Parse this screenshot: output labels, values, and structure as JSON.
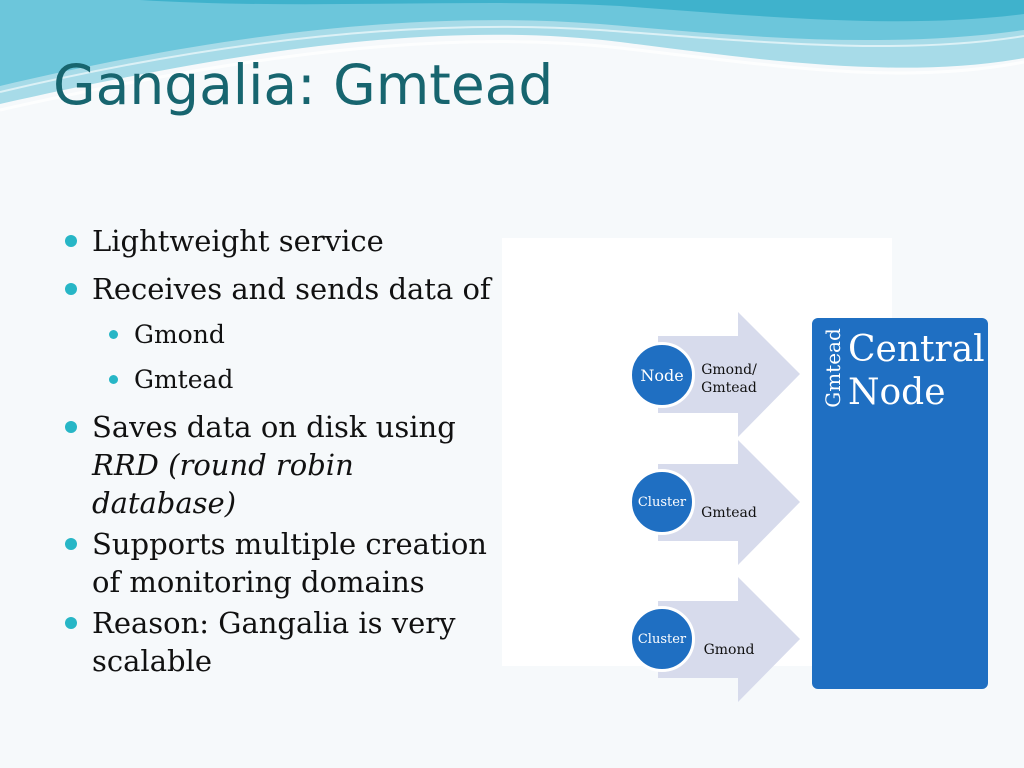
{
  "slide": {
    "title": "Gangalia: Gmtead",
    "theme_colors": {
      "title": "#17656f",
      "bullet": "#27b6c6",
      "diagram_blue": "#1f6fc2",
      "arrow_fill": "#d7dbec"
    }
  },
  "bullets": [
    {
      "level": 1,
      "text": "Lightweight service"
    },
    {
      "level": 1,
      "text": "Receives and sends data of"
    },
    {
      "level": 2,
      "text": "Gmond"
    },
    {
      "level": 2,
      "text": "Gmtead"
    },
    {
      "level": 1,
      "text": "Saves data on disk using",
      "text2": "RRD (round robin database)"
    },
    {
      "level": 1,
      "text": "Supports multiple creation",
      "text2": "of monitoring domains"
    },
    {
      "level": 1,
      "text": "Reason: Gangalia is very",
      "text2": "scalable"
    }
  ],
  "diagram": {
    "rows": [
      {
        "circle": "Node",
        "label": "Gmond/",
        "label2": "Gmtead"
      },
      {
        "circle": "Cluster",
        "label": "Gmtead"
      },
      {
        "circle": "Cluster",
        "label": "Gmond"
      }
    ],
    "central": {
      "side_label": "Gmtead",
      "title_line1": "Central",
      "title_line2": "Node"
    }
  }
}
